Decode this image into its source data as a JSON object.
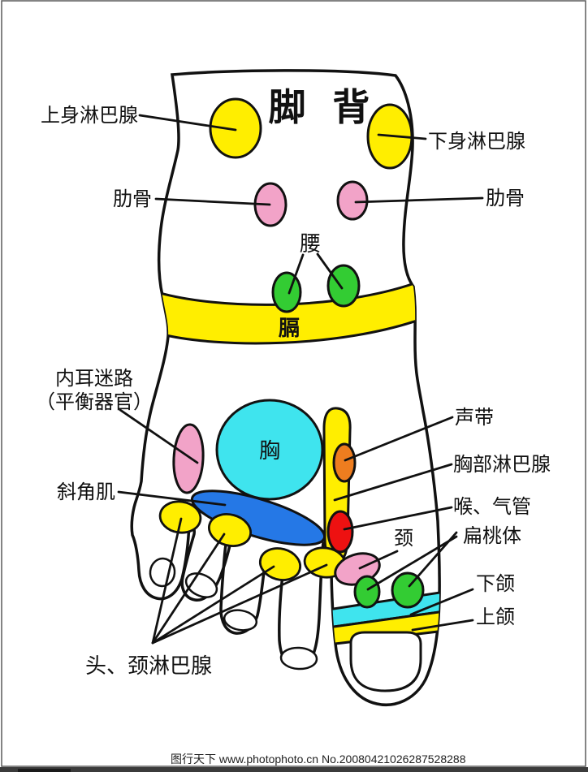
{
  "title": "脚 背",
  "labels": {
    "upper_body_lymph": "上身淋巴腺",
    "lower_body_lymph": "下身淋巴腺",
    "ribs_left": "肋骨",
    "ribs_right": "肋骨",
    "waist": "腰",
    "diaphragm": "膈",
    "inner_ear_line1": "内耳迷路",
    "inner_ear_line2": "（平衡器官）",
    "chest": "胸",
    "scalene_muscle": "斜角肌",
    "vocal_cords": "声带",
    "chest_lymph": "胸部淋巴腺",
    "throat_trachea": "喉、气管",
    "neck": "颈",
    "tonsils": "扁桃体",
    "lower_jaw": "下颌",
    "upper_jaw": "上颌",
    "head_neck_lymph": "头、颈淋巴腺"
  },
  "watermark": "图行天下 www.photophoto.cn  No.20080421026287528288",
  "colors": {
    "yellow": "#FFEE00",
    "pink": "#F2A3C8",
    "green": "#33CC33",
    "cyan": "#3FE4EE",
    "blue": "#2578E6",
    "orange": "#EE7D1F",
    "red": "#EE1111",
    "white": "#FFFFFF",
    "frame": "#5a5a5a",
    "bottom_bar": "#3b3b3b"
  }
}
